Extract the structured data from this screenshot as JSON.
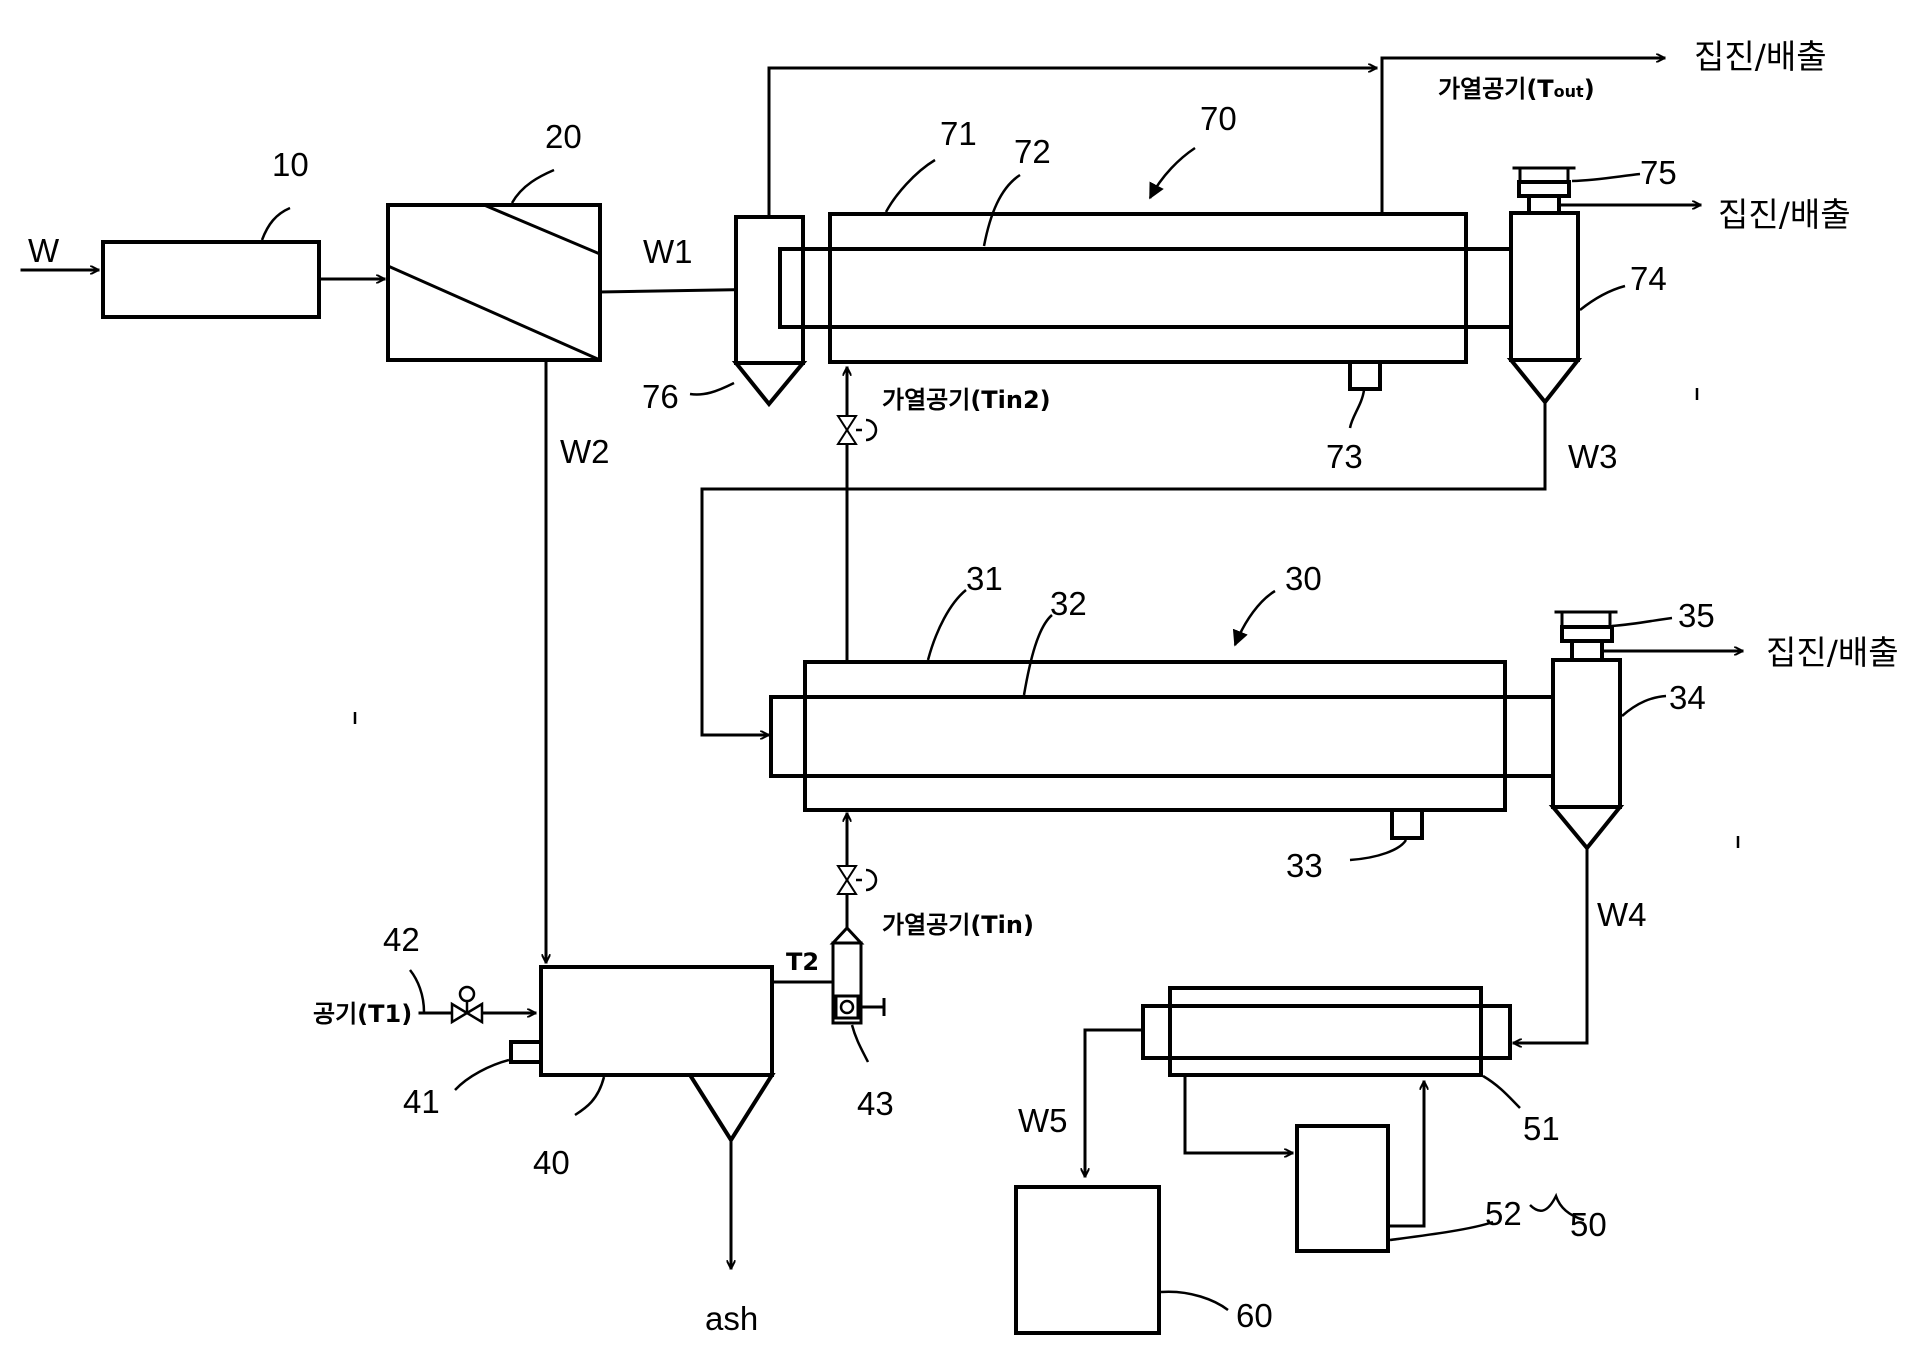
{
  "labels": {
    "n10": "10",
    "n20": "20",
    "n30": "30",
    "n31": "31",
    "n32": "32",
    "n33": "33",
    "n34": "34",
    "n35": "35",
    "n40": "40",
    "n41": "41",
    "n42": "42",
    "n43": "43",
    "n50": "50",
    "n51": "51",
    "n52": "52",
    "n60": "60",
    "n70": "70",
    "n71": "71",
    "n72": "72",
    "n73": "73",
    "n74": "74",
    "n75": "75",
    "n76": "76"
  },
  "streams": {
    "w": "W",
    "w1": "W1",
    "w2": "W2",
    "w3": "W3",
    "w4": "W4",
    "w5": "W5",
    "ash": "ash"
  },
  "notes": {
    "dust_out_top": "집진/배출",
    "dust_out_75": "집진/배출",
    "dust_out_35": "집진/배출",
    "heated_air_tout_prefix": "가열공기(T",
    "heated_air_tout_sub": "out",
    "heated_air_tout_suffix": ")",
    "heated_air_tin2": "가열공기(Tin2)",
    "heated_air_tin": "가열공기(Tin)",
    "air_t1": "공기(T1)",
    "t2": "T2"
  }
}
